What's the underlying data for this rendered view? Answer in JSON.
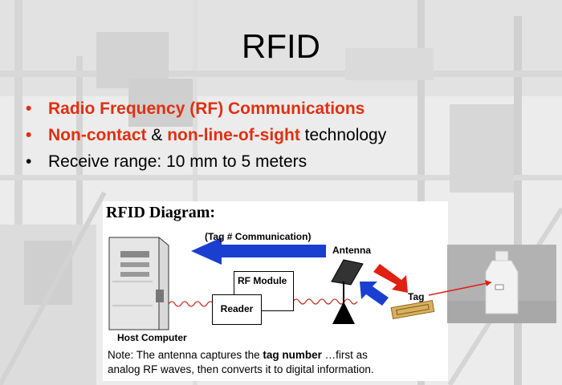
{
  "slide": {
    "title": "RFID",
    "bullets": [
      {
        "bullet": "•",
        "parts": [
          {
            "text": "Radio Frequency (RF) Communications",
            "style": "red"
          }
        ]
      },
      {
        "bullet": "•",
        "parts": [
          {
            "text": "Non-contact",
            "style": "red"
          },
          {
            "text": " & ",
            "style": "plain"
          },
          {
            "text": "non-line-of-sight",
            "style": "red"
          },
          {
            "text": " technology",
            "style": "plain"
          }
        ]
      },
      {
        "bullet": "•",
        "parts": [
          {
            "text": "Receive range: 10 mm to 5 meters",
            "style": "plain"
          }
        ]
      }
    ]
  },
  "diagram": {
    "title": "RFID Diagram:",
    "comm_label": "(Tag # Communication)",
    "antenna_label": "Antenna",
    "tag_label": "Tag",
    "rf_module_label": "RF Module",
    "reader_label": "Reader",
    "host_label": "Host Computer",
    "note_prefix": "Note: The antenna captures the ",
    "note_bold": "tag number",
    "note_mid": " …first as",
    "note_line2": "analog RF waves, then converts it to digital information."
  },
  "colors": {
    "red_text": "#e03010",
    "blue_arrow": "#1a3fd0",
    "red_arrow": "#e02010"
  }
}
